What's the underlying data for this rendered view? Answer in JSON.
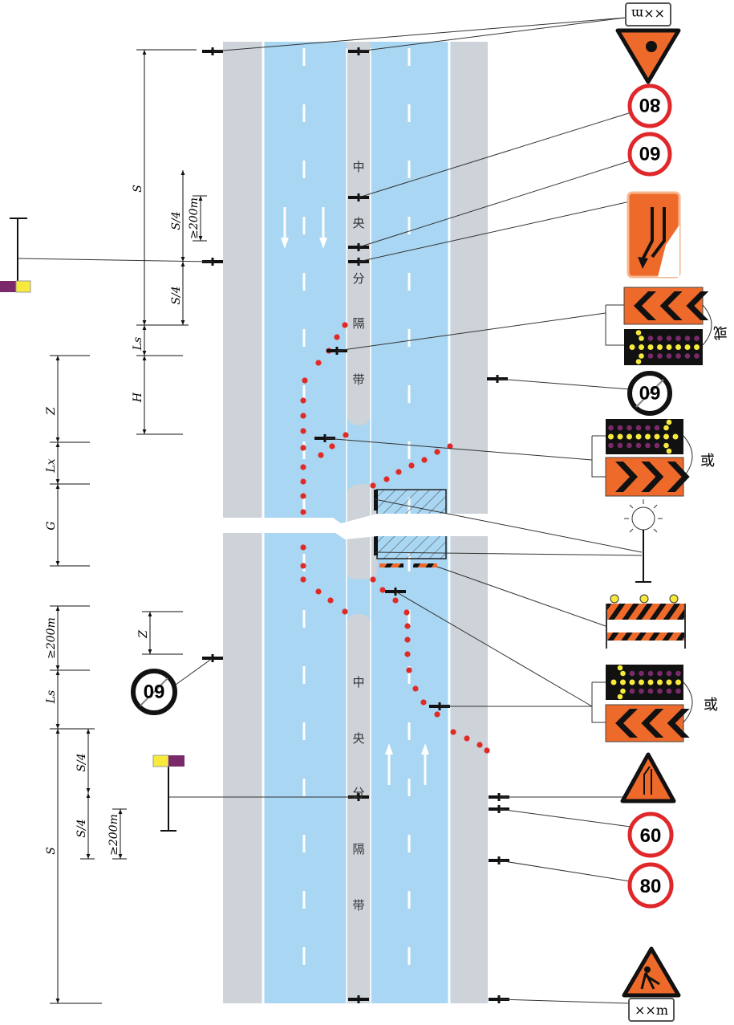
{
  "median_label_top": [
    "中",
    "央",
    "分",
    "隔",
    "带"
  ],
  "median_label_bottom": [
    "中",
    "央",
    "分",
    "隔",
    "带"
  ],
  "dimensions": {
    "top_S": "S",
    "top_S4_a": "S/4",
    "top_S4_b": "S/4",
    "top_200m": "≥200m",
    "top_Ls": "Ls",
    "top_H": "H",
    "Z_top": "Z",
    "Lx": "Lx",
    "G": "G",
    "bottom_200m_a": "≥200m",
    "Z_bottom": "Z",
    "bottom_Ls": "Ls",
    "bottom_S": "S",
    "bottom_S4_a": "S/4",
    "bottom_S4_b": "S/4",
    "bottom_200m_b": "≥200m"
  },
  "signs": {
    "distance_plate_top": "××m",
    "speed_80_top": "80",
    "speed_60_top": "60",
    "speed_60_end_top": "60",
    "speed_60_end_bottom": "60",
    "speed_60_bottom": "60",
    "speed_80_bottom": "80",
    "distance_plate_bottom": "××m",
    "or_1": "或",
    "or_2": "或",
    "or_3": "或"
  },
  "colors": {
    "road": "#a9d6f2",
    "shoulder": "#cdd3d8",
    "cone": "#e02a25",
    "sign_orange": "#ee6a2b",
    "sign_red": "#e0282a",
    "led_yellow": "#f7ea3c",
    "led_purple": "#7a2a6a"
  }
}
